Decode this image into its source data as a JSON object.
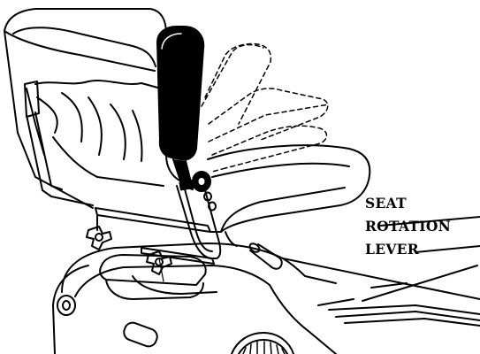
{
  "callout": {
    "line1": "SEAT",
    "line2": "ROTATION",
    "line3": "LEVER"
  }
}
